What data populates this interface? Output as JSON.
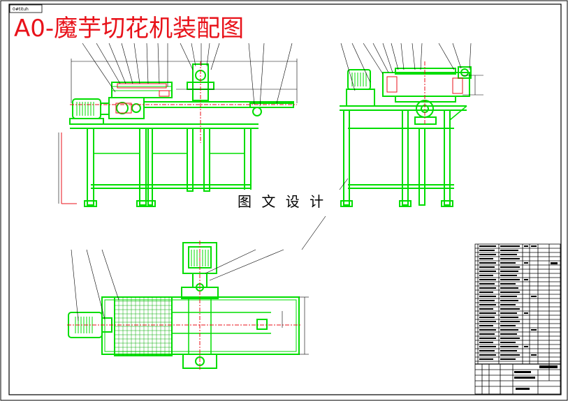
{
  "drawing": {
    "title": "A0-魔芋切花机装配图",
    "watermark": "图 文 设 计",
    "sheet_tab": "0#tituh"
  },
  "colors": {
    "frame": "#000000",
    "machine": "#00dd00",
    "dimension": "#000000",
    "centerline": "#e8121a",
    "title": "#e8121a"
  }
}
